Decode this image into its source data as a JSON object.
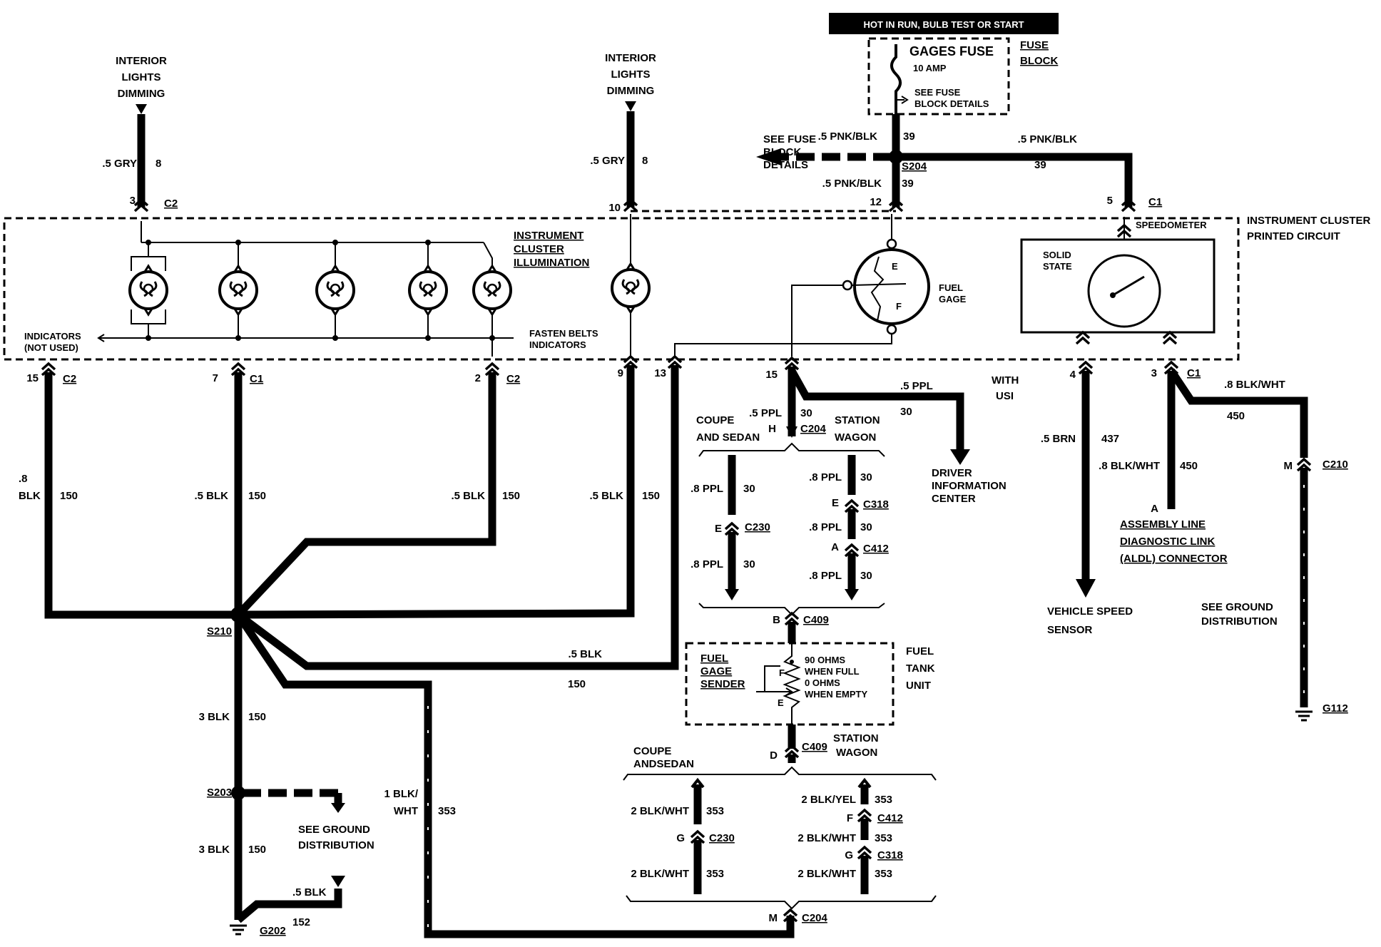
{
  "banner": "HOT IN RUN, BULB TEST OR START",
  "fuse": {
    "name": "GAGES FUSE",
    "rating": "10 AMP",
    "details_line1": "SEE FUSE",
    "details_line2": "BLOCK DETAILS",
    "block_line1": "FUSE",
    "block_line2": "BLOCK"
  },
  "left_dimming": {
    "line1": "INTERIOR",
    "line2": "LIGHTS",
    "line3": "DIMMING",
    "gauge": ".5 GRY",
    "circuit": "8",
    "pin": "3",
    "connector": "C2"
  },
  "mid_dimming": {
    "line1": "INTERIOR",
    "line2": "LIGHTS",
    "line3": "DIMMING",
    "gauge": ".5 GRY",
    "circuit": "8",
    "pin": "10"
  },
  "fuse_feed": {
    "see_line1": "SEE FUSE",
    "see_line2": "BLOCK",
    "see_line3": "DETAILS",
    "top_gauge": ".5 PNK/BLK",
    "top_circuit": "39",
    "splice": "S204",
    "down_gauge": ".5 PNK/BLK",
    "down_circuit": "39",
    "pin": "12",
    "right_gauge": ".5 PNK/BLK",
    "right_circuit": "39",
    "right_pin": "5",
    "right_connector": "C1"
  },
  "cluster": {
    "illum_line1": "INSTRUMENT",
    "illum_line2": "CLUSTER",
    "illum_line3": "ILLUMINATION",
    "printed_line1": "INSTRUMENT CLUSTER",
    "printed_line2": "PRINTED CIRCUIT",
    "indicators_line1": "INDICATORS",
    "indicators_line2": "(NOT USED)",
    "fasten_line1": "FASTEN BELTS",
    "fasten_line2": "INDICATORS",
    "fuel_gage_line1": "FUEL",
    "fuel_gage_line2": "GAGE",
    "gage_e": "E",
    "gage_f": "F",
    "speedometer": "SPEEDOMETER",
    "solid_line1": "SOLID",
    "solid_line2": "STATE"
  },
  "bottom_pins": {
    "p15_c2": "15",
    "c2a": "C2",
    "p7_c1": "7",
    "c1a": "C1",
    "p2_c2": "2",
    "c2b": "C2",
    "p9": "9",
    "p13": "13",
    "p15": "15",
    "p4": "4",
    "p3": "3",
    "c1b": "C1"
  },
  "grounds": {
    "w1_gauge_a": ".8",
    "w1_gauge_b": "BLK",
    "w1_circuit": "150",
    "w2_gauge": ".5 BLK",
    "w2_circuit": "150",
    "w3_gauge": ".5 BLK",
    "w3_circuit": "150",
    "w4_gauge": ".5 BLK",
    "w4_circuit": "150",
    "w5_gauge": ".5 BLK",
    "w5_circuit": "150",
    "splice_s210": "S210",
    "s210_down_gauge": "3 BLK",
    "s210_down_circuit": "150",
    "splice_s203": "S203",
    "see_ground_line1": "SEE GROUND",
    "see_ground_line2": "DISTRIBUTION",
    "s203_down_gauge": "3 BLK",
    "s203_down_circuit": "150",
    "g202_gauge": ".5 BLK",
    "g202_circuit": "152",
    "g202": "G202",
    "w353_gauge_a": "1 BLK/",
    "w353_gauge_b": "WHT",
    "w353_circuit": "353"
  },
  "fuel_circuit": {
    "ppl_gauge": ".5 PPL",
    "ppl_circuit": "30",
    "h_pin": "H",
    "c204": "C204",
    "with_line1": "WITH",
    "with_line2": "USI",
    "dic_gauge": ".5 PPL",
    "dic_circuit": "30",
    "dic_line1": "DRIVER",
    "dic_line2": "INFORMATION",
    "dic_line3": "CENTER",
    "coupe_line1": "COUPE",
    "coupe_line2": "AND SEDAN",
    "wagon_line1": "STATION",
    "wagon_line2": "WAGON",
    "l_gauge1": ".8 PPL",
    "l_circuit1": "30",
    "l_e_pin": "E",
    "l_c230": "C230",
    "l_gauge2": ".8 PPL",
    "l_circuit2": "30",
    "r_gauge1": ".8 PPL",
    "r_circuit1": "30",
    "r_e_pin": "E",
    "r_c318": "C318",
    "r_gauge2": ".8 PPL",
    "r_circuit2": "30",
    "r_a_pin": "A",
    "r_c412": "C412",
    "r_gauge3": ".8 PPL",
    "r_circuit3": "30",
    "b_pin": "B",
    "c409_top": "C409",
    "sender_line1": "FUEL",
    "sender_line2": "GAGE",
    "sender_line3": "SENDER",
    "sender_f": "F",
    "sender_e": "E",
    "ohms_line1": "90 OHMS",
    "ohms_line2": "WHEN FULL",
    "ohms_line3": "0 OHMS",
    "ohms_line4": "WHEN EMPTY",
    "tank_line1": "FUEL",
    "tank_line2": "TANK",
    "tank_line3": "UNIT",
    "d_pin": "D",
    "c409_bot": "C409",
    "wagon2_line1": "STATION",
    "wagon2_line2": "WAGON",
    "coupe2_line1": "COUPE",
    "coupe2_line2": "ANDSEDAN",
    "bl_gauge1": "2 BLK/WHT",
    "bl_circuit1": "353",
    "bl_g_pin": "G",
    "bl_c230": "C230",
    "bl_gauge2": "2 BLK/WHT",
    "bl_circuit2": "353",
    "br_gauge1": "2 BLK/YEL",
    "br_circuit1": "353",
    "br_f_pin": "F",
    "br_c412": "C412",
    "br_gauge2": "2 BLK/WHT",
    "br_circuit2": "353",
    "br_g_pin": "G",
    "br_c318": "C318",
    "br_gauge3": "2 BLK/WHT",
    "br_circuit3": "353",
    "m_pin": "M",
    "c204_bot": "C204"
  },
  "speed_circuit": {
    "gauge": ".5 BRN",
    "circuit": "437",
    "vss_line1": "VEHICLE SPEED",
    "vss_line2": "SENSOR"
  },
  "aldl_circuit": {
    "gauge": ".8 BLK/WHT",
    "circuit": "450",
    "a_pin": "A",
    "line1": "ASSEMBLY LINE",
    "line2": "DIAGNOSTIC LINK",
    "line3": "(ALDL) CONNECTOR",
    "right_gauge": ".8 BLK/WHT",
    "right_circuit": "450",
    "m_pin": "M",
    "c210": "C210",
    "see_line1": "SEE GROUND",
    "see_line2": "DISTRIBUTION",
    "g112": "G112"
  }
}
